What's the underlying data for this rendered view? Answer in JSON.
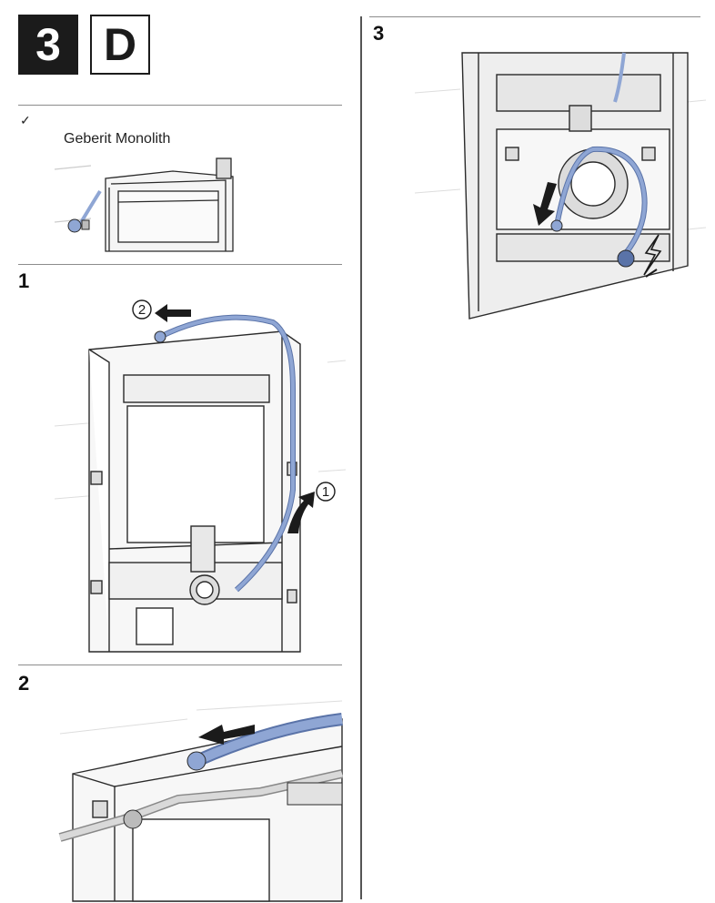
{
  "header": {
    "step_badge": "3",
    "variant_badge": "D"
  },
  "prerequisite": {
    "check_mark": "✓",
    "product_name": "Geberit Monolith"
  },
  "steps": [
    {
      "number": "1",
      "callouts": [
        "1",
        "2"
      ]
    },
    {
      "number": "2"
    },
    {
      "number": "3"
    }
  ],
  "colors": {
    "hose": "#8fa6d4",
    "hose_dark": "#5a73a8",
    "line": "#2a2a2a",
    "badge_fill": "#1b1b1b"
  },
  "icons": [
    "checkmark-icon",
    "arrow-left-icon",
    "arrow-up-icon",
    "arrow-down-icon",
    "lightning-icon"
  ]
}
